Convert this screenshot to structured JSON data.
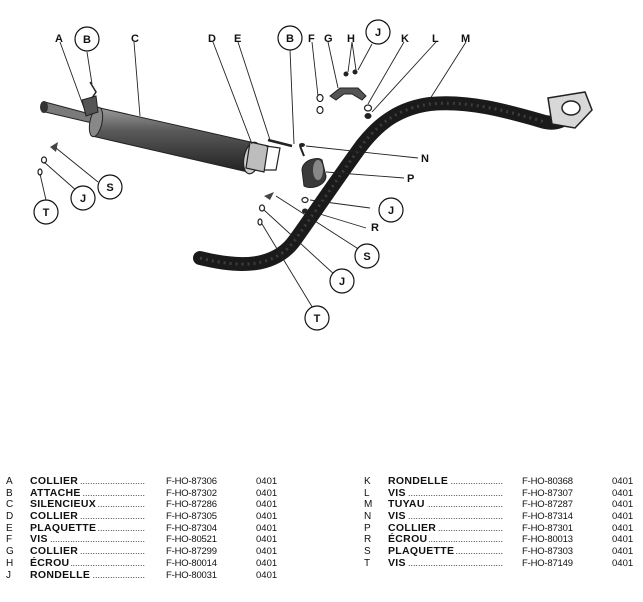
{
  "diagram": {
    "labels": {
      "A": "A",
      "B": "B",
      "C": "C",
      "D": "D",
      "E": "E",
      "F": "F",
      "G": "G",
      "H": "H",
      "J": "J",
      "K": "K",
      "L": "L",
      "M": "M",
      "N": "N",
      "P": "P",
      "R": "R",
      "S": "S",
      "T": "T"
    }
  },
  "parts_left": [
    {
      "letter": "A",
      "name": "COLLIER",
      "ref": "F-HO-87306",
      "code": "0401"
    },
    {
      "letter": "B",
      "name": "ATTACHE",
      "ref": "F-HO-87302",
      "code": "0401"
    },
    {
      "letter": "C",
      "name": "SILENCIEUX",
      "ref": "F-HO-87286",
      "code": "0401"
    },
    {
      "letter": "D",
      "name": "COLLIER",
      "ref": "F-HO-87305",
      "code": "0401"
    },
    {
      "letter": "E",
      "name": "PLAQUETTE",
      "ref": "F-HO-87304",
      "code": "0401"
    },
    {
      "letter": "F",
      "name": "VIS",
      "ref": "F-HO-80521",
      "code": "0401"
    },
    {
      "letter": "G",
      "name": "COLLIER",
      "ref": "F-HO-87299",
      "code": "0401"
    },
    {
      "letter": "H",
      "name": "ÉCROU",
      "ref": "F-HO-80014",
      "code": "0401"
    },
    {
      "letter": "J",
      "name": "RONDELLE",
      "ref": "F-HO-80031",
      "code": "0401"
    }
  ],
  "parts_right": [
    {
      "letter": "K",
      "name": "RONDELLE",
      "ref": "F-HO-80368",
      "code": "0401"
    },
    {
      "letter": "L",
      "name": "VIS",
      "ref": "F-HO-87307",
      "code": "0401"
    },
    {
      "letter": "M",
      "name": "TUYAU",
      "ref": "F-HO-87287",
      "code": "0401"
    },
    {
      "letter": "N",
      "name": "VIS",
      "ref": "F-HO-87314",
      "code": "0401"
    },
    {
      "letter": "P",
      "name": "COLLIER",
      "ref": "F-HO-87301",
      "code": "0401"
    },
    {
      "letter": "R",
      "name": "ÉCROU",
      "ref": "F-HO-80013",
      "code": "0401"
    },
    {
      "letter": "S",
      "name": "PLAQUETTE",
      "ref": "F-HO-87303",
      "code": "0401"
    },
    {
      "letter": "T",
      "name": "VIS",
      "ref": "F-HO-87149",
      "code": "0401"
    }
  ]
}
